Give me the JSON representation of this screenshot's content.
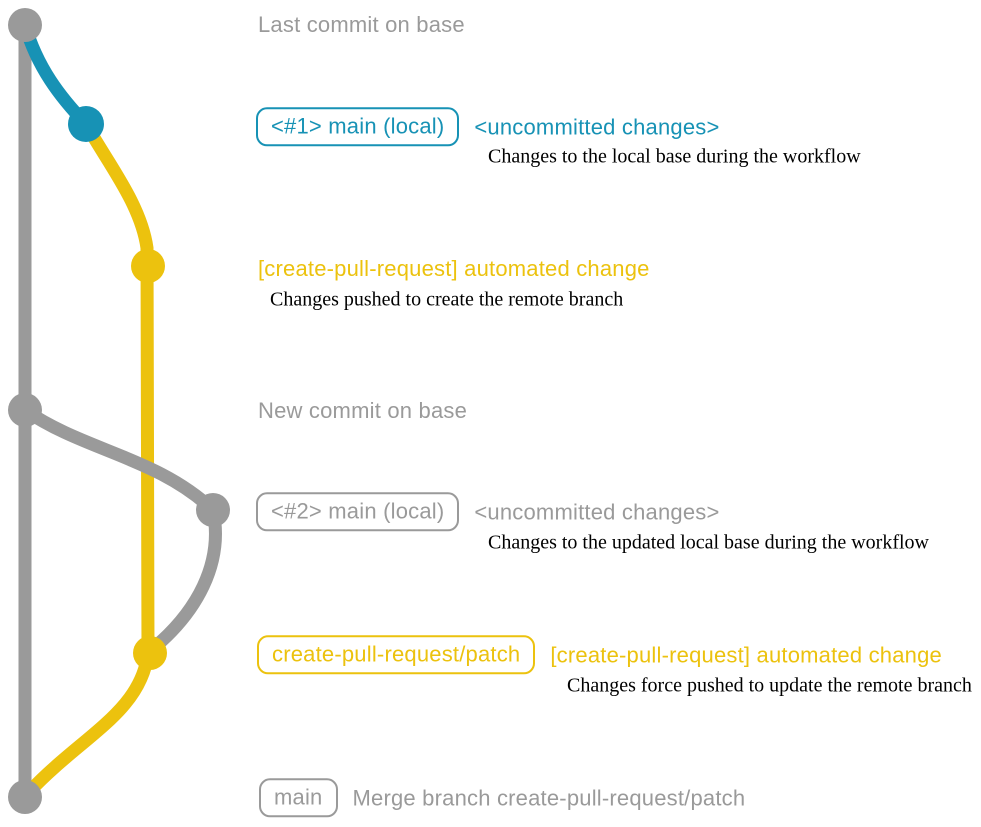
{
  "colors": {
    "gray": "#9a9a9a",
    "blue": "#1792b5",
    "yellow": "#ecc20e",
    "ink": "#000000",
    "bg": "#ffffff"
  },
  "graph": {
    "type": "git-branch-diagram",
    "branches": [
      {
        "name": "base",
        "color": "gray"
      },
      {
        "name": "main (local)",
        "color": "blue"
      },
      {
        "name": "create-pull-request/patch",
        "color": "yellow"
      }
    ],
    "commit_nodes": [
      {
        "color": "gray",
        "annotation": "Last commit on base"
      },
      {
        "color": "blue",
        "annotation": "<#1> main (local) <uncommitted changes>"
      },
      {
        "color": "yellow",
        "annotation": "[create-pull-request] automated change"
      },
      {
        "color": "gray",
        "annotation": "New commit on base"
      },
      {
        "color": "gray",
        "annotation": "<#2> main (local) <uncommitted changes>"
      },
      {
        "color": "yellow",
        "annotation": "create-pull-request/patch [create-pull-request] automated change"
      },
      {
        "color": "gray",
        "annotation": "main Merge branch create-pull-request/patch"
      }
    ]
  },
  "rows": [
    {
      "title": "Last commit on base",
      "color": "gray"
    },
    {
      "badge": "<#1> main (local)",
      "headline": "<uncommitted changes>",
      "description": "Changes to the local base during the workflow",
      "color": "blue"
    },
    {
      "headline": "[create-pull-request] automated change",
      "description": "Changes pushed to create the remote branch",
      "color": "yellow"
    },
    {
      "title": "New commit on base",
      "color": "gray"
    },
    {
      "badge": "<#2> main (local)",
      "headline": "<uncommitted changes>",
      "description": "Changes to the updated local base during the workflow",
      "color": "gray"
    },
    {
      "badge": "create-pull-request/patch",
      "headline": "[create-pull-request] automated change",
      "description": "Changes force pushed to update the remote branch",
      "color": "yellow"
    },
    {
      "badge": "main",
      "headline": "Merge branch create-pull-request/patch",
      "color": "gray"
    }
  ]
}
